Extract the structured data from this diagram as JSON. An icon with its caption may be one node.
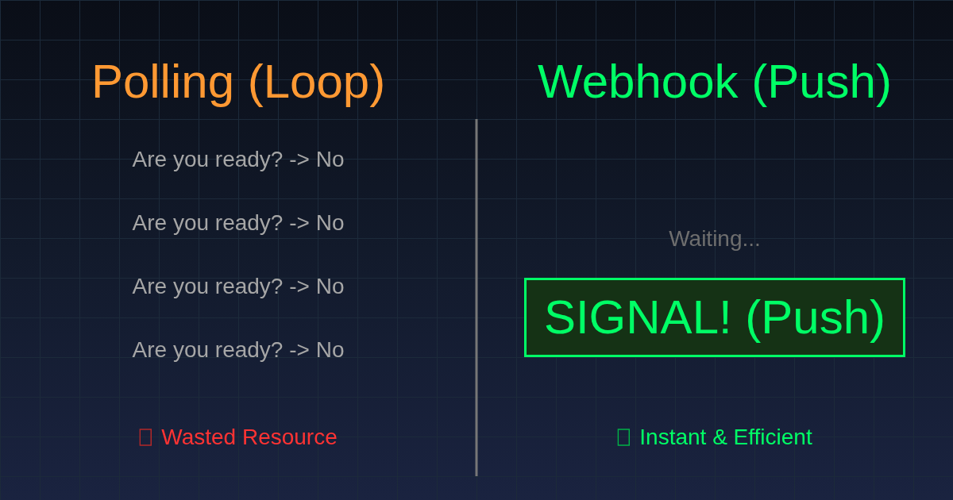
{
  "diagram": {
    "nodes": [
      {
        "text": [
          "SIGNAL! (Push)"
        ]
      }
    ],
    "labels": [
      "Polling (Loop)",
      "Webhook (Push)",
      "Are you ready? -> No",
      "Are you ready? -> No",
      "Are you ready? -> No",
      "Are you ready? -> No",
      "Waiting...",
      "Wasted Resource",
      "Instant & Efficient"
    ]
  }
}
